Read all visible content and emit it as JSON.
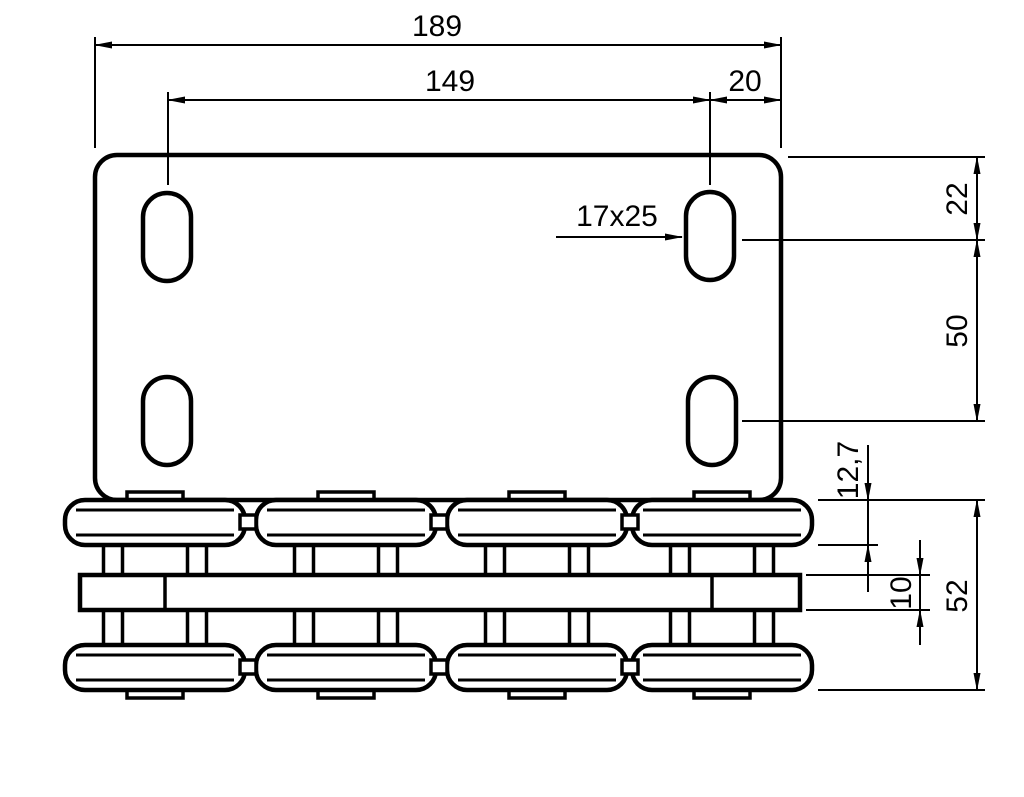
{
  "drawing": {
    "background": "#ffffff",
    "line_color": "#000000",
    "labels": {
      "overall_width": "189",
      "slot_span": "149",
      "slot_edge_offset": "20",
      "top_edge_to_slot": "22",
      "slot_vertical_spacing": "50",
      "roller_diameter": "12,7",
      "chain_overall_height": "52",
      "link_plate_height": "10",
      "slot_size": "17x25"
    }
  }
}
